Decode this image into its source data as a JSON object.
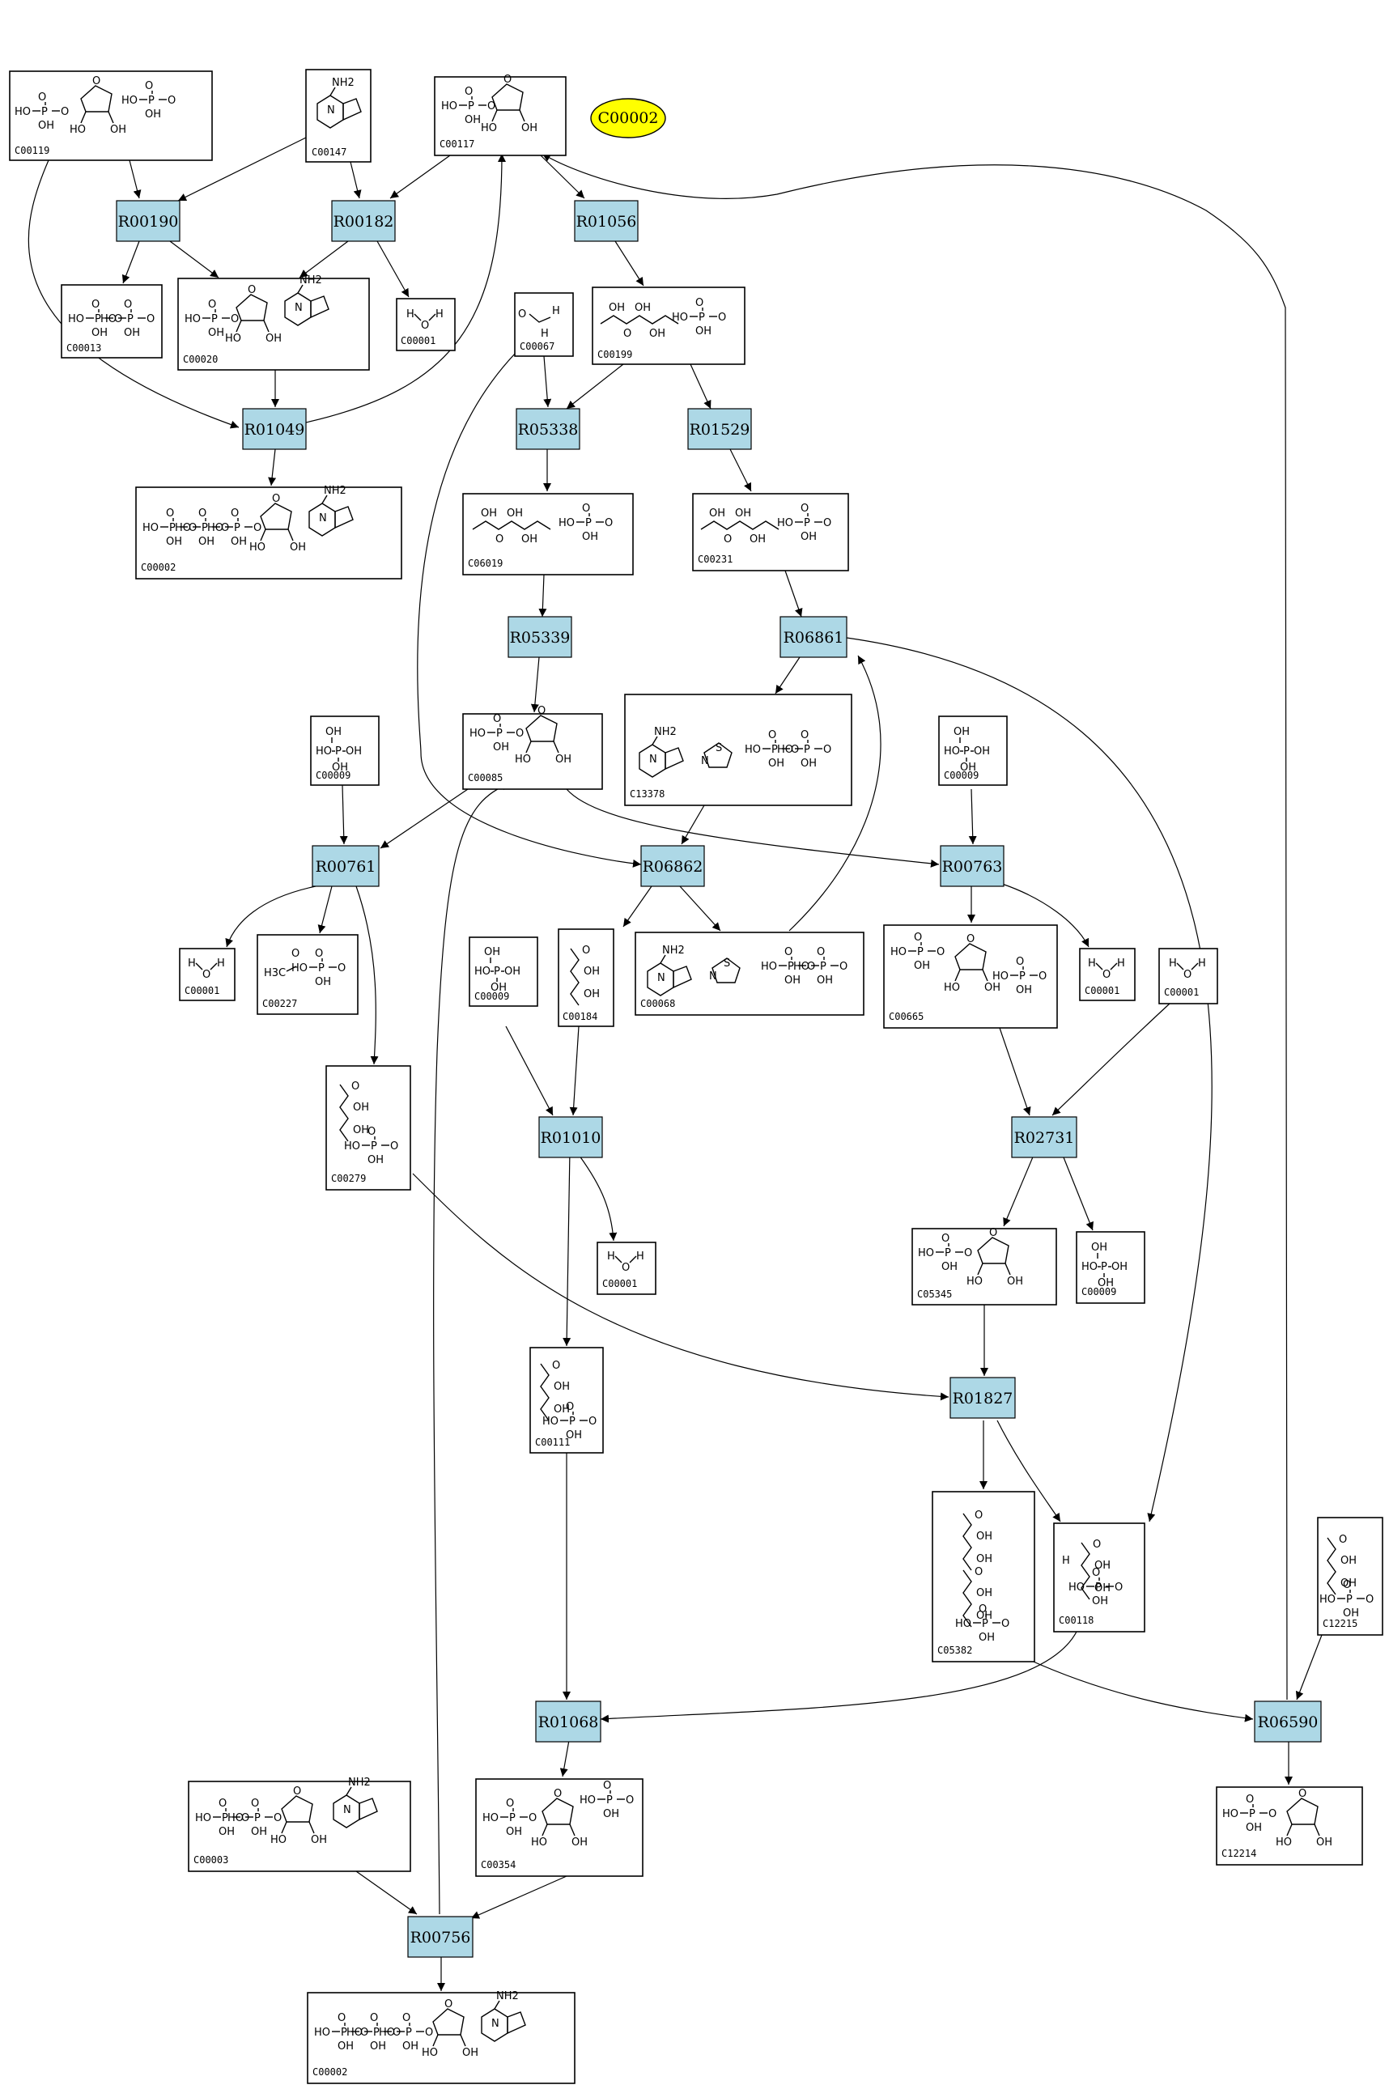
{
  "highlight": {
    "label": "C00002",
    "color": "#ffff00"
  },
  "colors": {
    "reaction_fill": "#add8e6",
    "compound_fill": "#ffffff",
    "stroke": "#000000"
  },
  "reactions": [
    {
      "id": "r00190",
      "label": "R00190"
    },
    {
      "id": "r00182",
      "label": "R00182"
    },
    {
      "id": "r01056",
      "label": "R01056"
    },
    {
      "id": "r01049",
      "label": "R01049"
    },
    {
      "id": "r05338",
      "label": "R05338"
    },
    {
      "id": "r01529",
      "label": "R01529"
    },
    {
      "id": "r05339",
      "label": "R05339"
    },
    {
      "id": "r06861",
      "label": "R06861"
    },
    {
      "id": "r00761",
      "label": "R00761"
    },
    {
      "id": "r06862",
      "label": "R06862"
    },
    {
      "id": "r00763",
      "label": "R00763"
    },
    {
      "id": "r01010",
      "label": "R01010"
    },
    {
      "id": "r02731",
      "label": "R02731"
    },
    {
      "id": "r01827",
      "label": "R01827"
    },
    {
      "id": "r01068",
      "label": "R01068"
    },
    {
      "id": "r06590",
      "label": "R06590"
    },
    {
      "id": "r00756",
      "label": "R00756"
    }
  ],
  "compounds": [
    {
      "id": "c00119",
      "label": "C00119"
    },
    {
      "id": "c00147",
      "label": "C00147"
    },
    {
      "id": "c00117",
      "label": "C00117"
    },
    {
      "id": "c00013",
      "label": "C00013"
    },
    {
      "id": "c00020",
      "label": "C00020"
    },
    {
      "id": "c00001a",
      "label": "C00001"
    },
    {
      "id": "c00067",
      "label": "C00067"
    },
    {
      "id": "c00199",
      "label": "C00199"
    },
    {
      "id": "c00002a",
      "label": "C00002"
    },
    {
      "id": "c06019",
      "label": "C06019"
    },
    {
      "id": "c00231",
      "label": "C00231"
    },
    {
      "id": "c00009a",
      "label": "C00009"
    },
    {
      "id": "c00085",
      "label": "C00085"
    },
    {
      "id": "c13378",
      "label": "C13378"
    },
    {
      "id": "c00009b",
      "label": "C00009"
    },
    {
      "id": "c00001b",
      "label": "C00001"
    },
    {
      "id": "c00227",
      "label": "C00227"
    },
    {
      "id": "c00009c",
      "label": "C00009"
    },
    {
      "id": "c00184",
      "label": "C00184"
    },
    {
      "id": "c00068",
      "label": "C00068"
    },
    {
      "id": "c00665",
      "label": "C00665"
    },
    {
      "id": "c00001c",
      "label": "C00001"
    },
    {
      "id": "c00001d",
      "label": "C00001"
    },
    {
      "id": "c00279",
      "label": "C00279"
    },
    {
      "id": "c00001e",
      "label": "C00001"
    },
    {
      "id": "c05345",
      "label": "C05345"
    },
    {
      "id": "c00009d",
      "label": "C00009"
    },
    {
      "id": "c00111",
      "label": "C00111"
    },
    {
      "id": "c05382",
      "label": "C05382"
    },
    {
      "id": "c00118",
      "label": "C00118"
    },
    {
      "id": "c12215",
      "label": "C12215"
    },
    {
      "id": "c00003",
      "label": "C00003"
    },
    {
      "id": "c00354",
      "label": "C00354"
    },
    {
      "id": "c12214",
      "label": "C12214"
    },
    {
      "id": "c00002b",
      "label": "C00002"
    }
  ],
  "atom_labels": {
    "phosphate": [
      "HO",
      "P",
      "OH",
      "O"
    ],
    "water": [
      "H",
      "O",
      "H"
    ],
    "amine": "NH2",
    "methyl": "H3C",
    "nitrogen": "N",
    "sulfur": "S"
  }
}
